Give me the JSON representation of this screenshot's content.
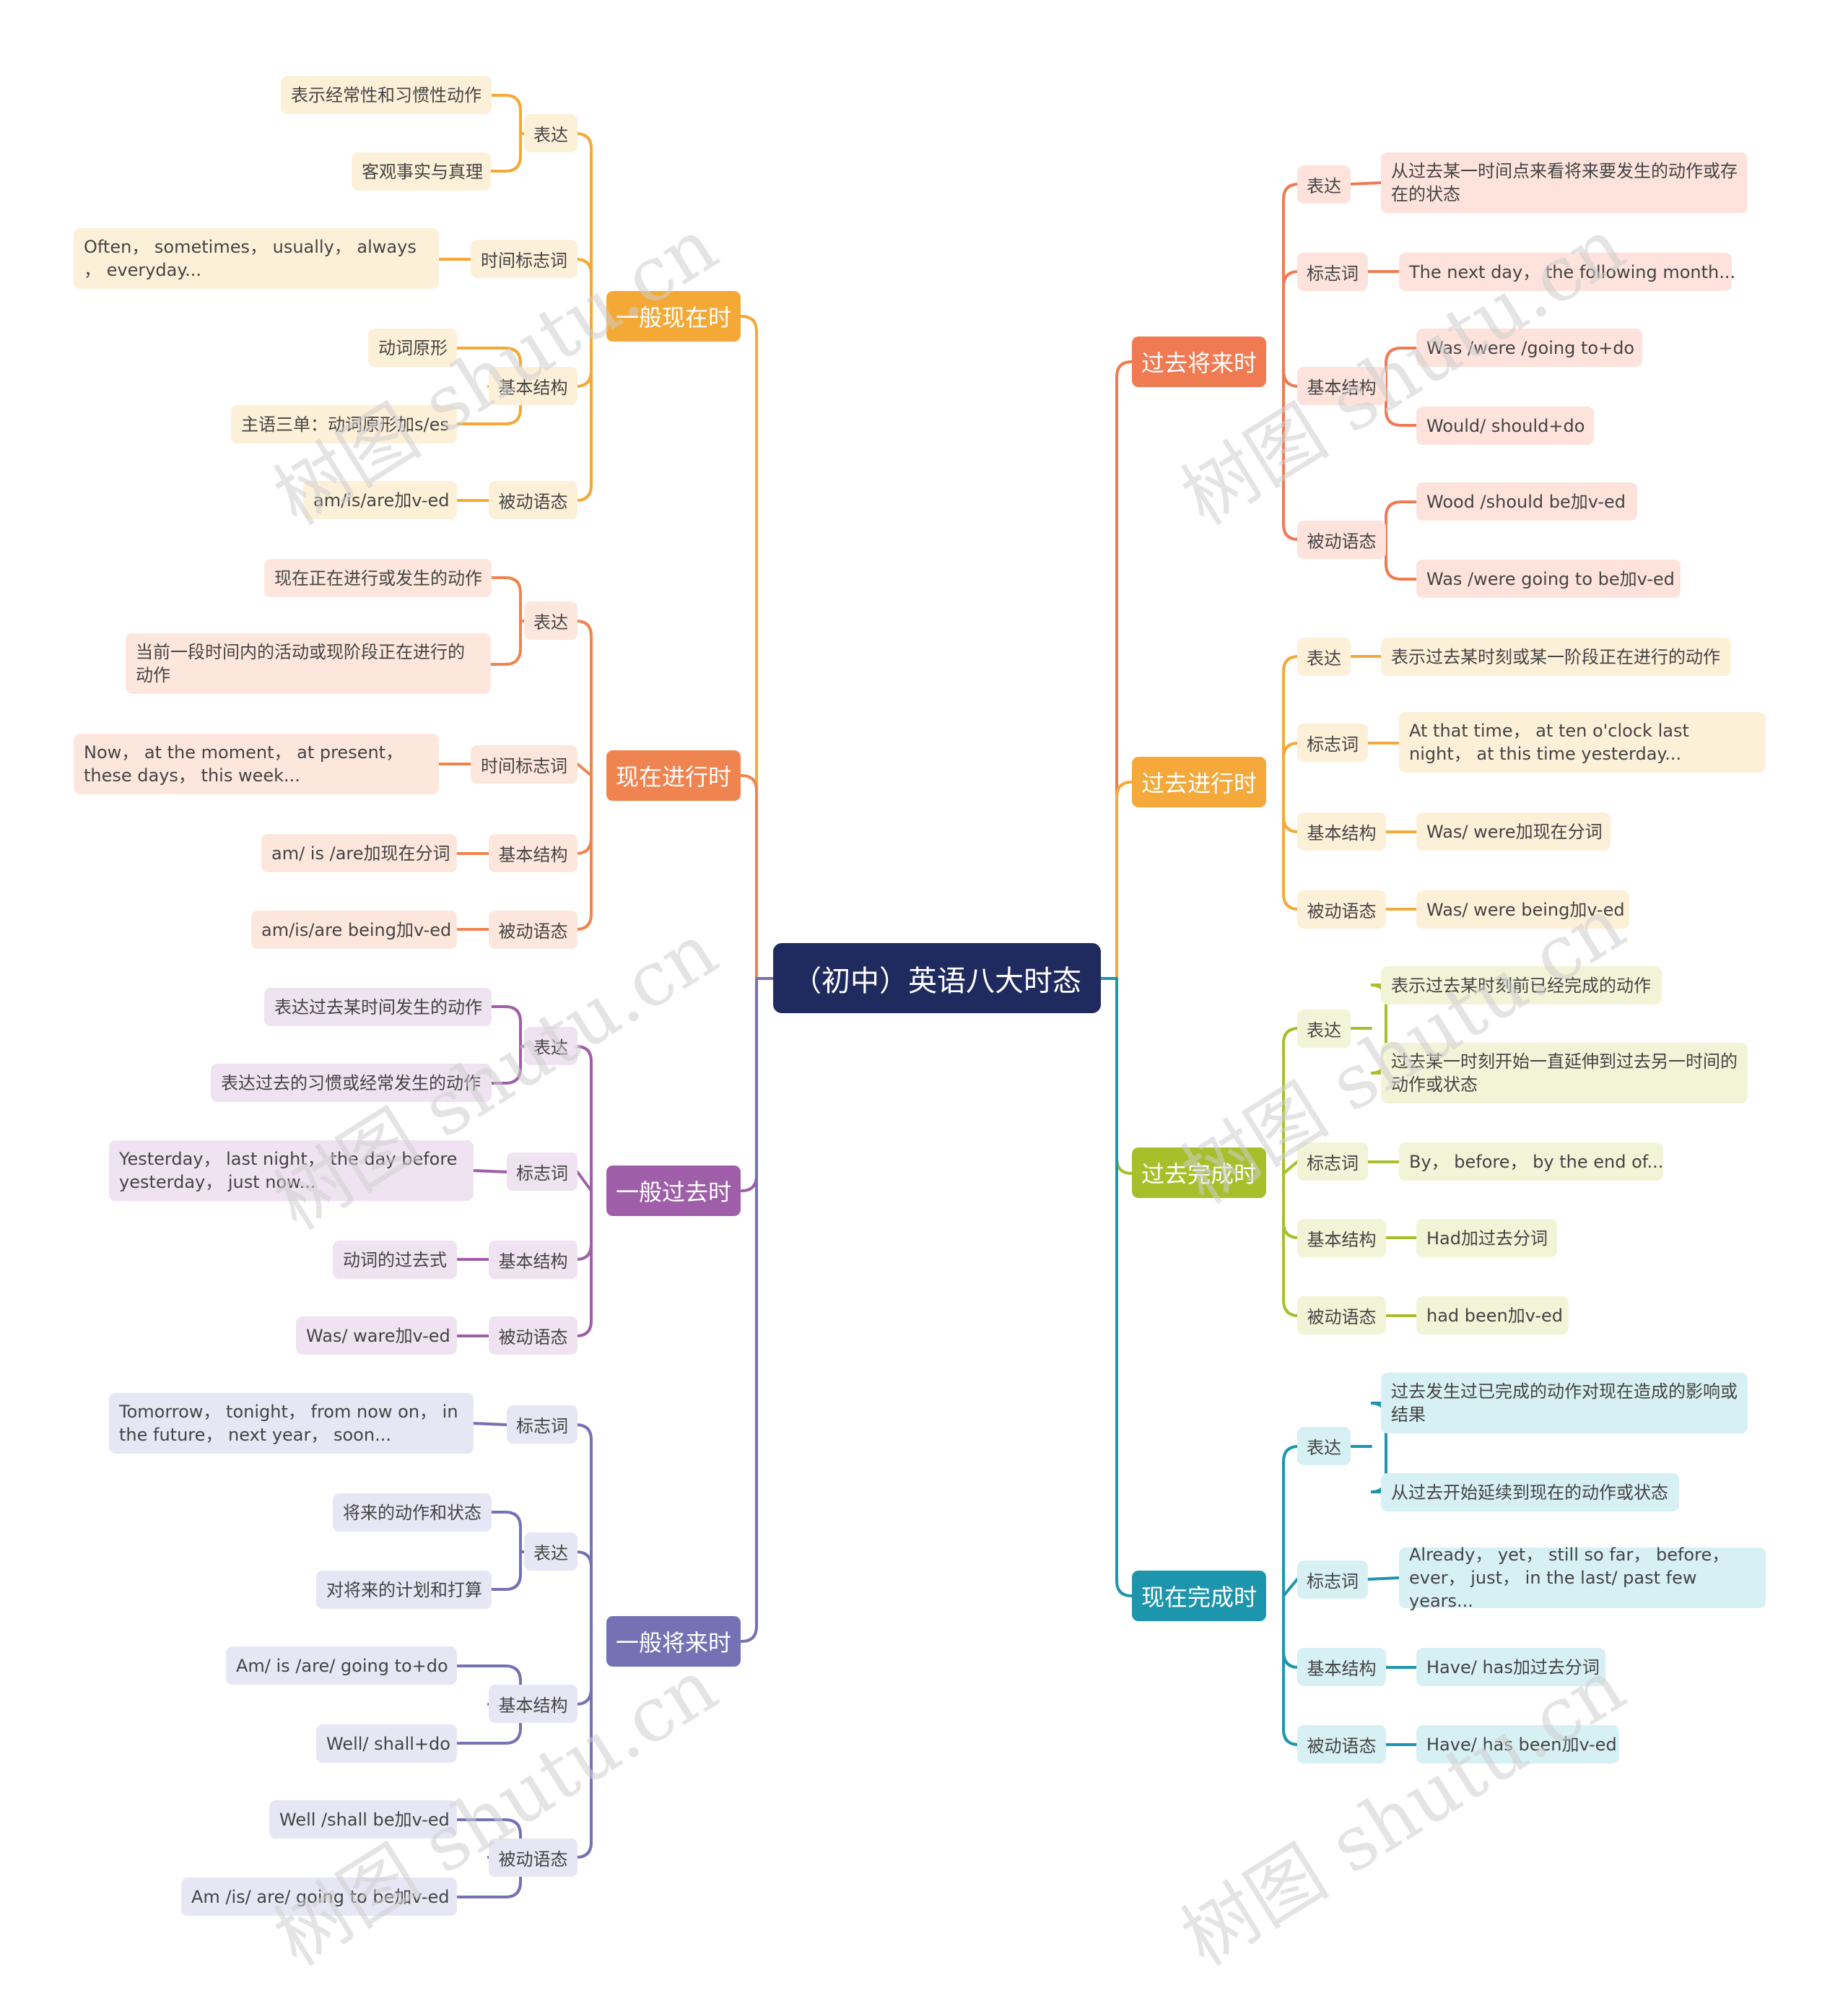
{
  "title": "（初中）英语八大时态",
  "watermark": "树图 shutu.cn",
  "colors": {
    "root": "#1f2a5e",
    "general_present": "#f4a936",
    "present_progressive": "#f08450",
    "simple_past": "#9f5fa8",
    "simple_future": "#7471b5",
    "past_future": "#f07a52",
    "past_progressive": "#f4a93a",
    "past_perfect": "#a8bf2c",
    "present_perfect": "#1d96ad"
  },
  "branches": [
    {
      "key": "general_present",
      "label": "一般现在时",
      "side": "left",
      "groups": [
        {
          "label": "表达",
          "items": [
            "表示经常性和习惯性动作",
            "客观事实与真理"
          ]
        },
        {
          "label": "时间标志词",
          "items": [
            "Often， sometimes， usually， always ， everyday..."
          ]
        },
        {
          "label": "基本结构",
          "items": [
            "动词原形",
            "主语三单：动词原形加s/es"
          ]
        },
        {
          "label": "被动语态",
          "items": [
            "am/is/are加v-ed"
          ]
        }
      ]
    },
    {
      "key": "present_progressive",
      "label": "现在进行时",
      "side": "left",
      "groups": [
        {
          "label": "表达",
          "items": [
            "现在正在进行或发生的动作",
            "当前一段时间内的活动或现阶段正在进行的动作"
          ]
        },
        {
          "label": "时间标志词",
          "items": [
            "Now， at the moment， at present， these days， this week..."
          ]
        },
        {
          "label": "基本结构",
          "items": [
            "am/ is /are加现在分词"
          ]
        },
        {
          "label": "被动语态",
          "items": [
            "am/is/are being加v-ed"
          ]
        }
      ]
    },
    {
      "key": "simple_past",
      "label": "一般过去时",
      "side": "left",
      "groups": [
        {
          "label": "表达",
          "items": [
            "表达过去某时间发生的动作",
            "表达过去的习惯或经常发生的动作"
          ]
        },
        {
          "label": "标志词",
          "items": [
            "Yesterday， last night， the day before yesterday， just now..."
          ]
        },
        {
          "label": "基本结构",
          "items": [
            "动词的过去式"
          ]
        },
        {
          "label": "被动语态",
          "items": [
            "Was/ ware加v-ed"
          ]
        }
      ]
    },
    {
      "key": "simple_future",
      "label": "一般将来时",
      "side": "left",
      "groups": [
        {
          "label": "标志词",
          "items": [
            "Tomorrow， tonight， from now on， in the future， next year， soon..."
          ]
        },
        {
          "label": "表达",
          "items": [
            "将来的动作和状态",
            "对将来的计划和打算"
          ]
        },
        {
          "label": "基本结构",
          "items": [
            "Am/ is /are/ going to+do",
            "Well/ shall+do"
          ]
        },
        {
          "label": "被动语态",
          "items": [
            "Well /shall be加v-ed",
            "Am /is/ are/ going to be加v-ed"
          ]
        }
      ]
    },
    {
      "key": "past_future",
      "label": "过去将来时",
      "side": "right",
      "groups": [
        {
          "label": "表达",
          "items": [
            "从过去某一时间点来看将来要发生的动作或存在的状态"
          ]
        },
        {
          "label": "标志词",
          "items": [
            "The next day， the following month..."
          ]
        },
        {
          "label": "基本结构",
          "items": [
            "Was /were /going to+do",
            "Would/ should+do"
          ]
        },
        {
          "label": "被动语态",
          "items": [
            "Wood /should be加v-ed",
            "Was /were going to be加v-ed"
          ]
        }
      ]
    },
    {
      "key": "past_progressive",
      "label": "过去进行时",
      "side": "right",
      "groups": [
        {
          "label": "表达",
          "items": [
            "表示过去某时刻或某一阶段正在进行的动作"
          ]
        },
        {
          "label": "标志词",
          "items": [
            "At that time， at ten o'clock last night， at this time yesterday..."
          ]
        },
        {
          "label": "基本结构",
          "items": [
            "Was/ were加现在分词"
          ]
        },
        {
          "label": "被动语态",
          "items": [
            "Was/ were being加v-ed"
          ]
        }
      ]
    },
    {
      "key": "past_perfect",
      "label": "过去完成时",
      "side": "right",
      "groups": [
        {
          "label": "表达",
          "items": [
            "表示过去某时刻前已经完成的动作",
            "过去某一时刻开始一直延伸到过去另一时间的动作或状态"
          ]
        },
        {
          "label": "标志词",
          "items": [
            "By， before， by the end of..."
          ]
        },
        {
          "label": "基本结构",
          "items": [
            "Had加过去分词"
          ]
        },
        {
          "label": "被动语态",
          "items": [
            "had been加v-ed"
          ]
        }
      ]
    },
    {
      "key": "present_perfect",
      "label": "现在完成时",
      "side": "right",
      "groups": [
        {
          "label": "表达",
          "items": [
            "过去发生过已完成的动作对现在造成的影响或结果",
            "从过去开始延续到现在的动作或状态"
          ]
        },
        {
          "label": "标志词",
          "items": [
            "Already， yet， still so far， before， ever， just， in the last/ past few years..."
          ]
        },
        {
          "label": "基本结构",
          "items": [
            "Have/ has加过去分词"
          ]
        },
        {
          "label": "被动语态",
          "items": [
            "Have/ has been加v-ed"
          ]
        }
      ]
    }
  ]
}
